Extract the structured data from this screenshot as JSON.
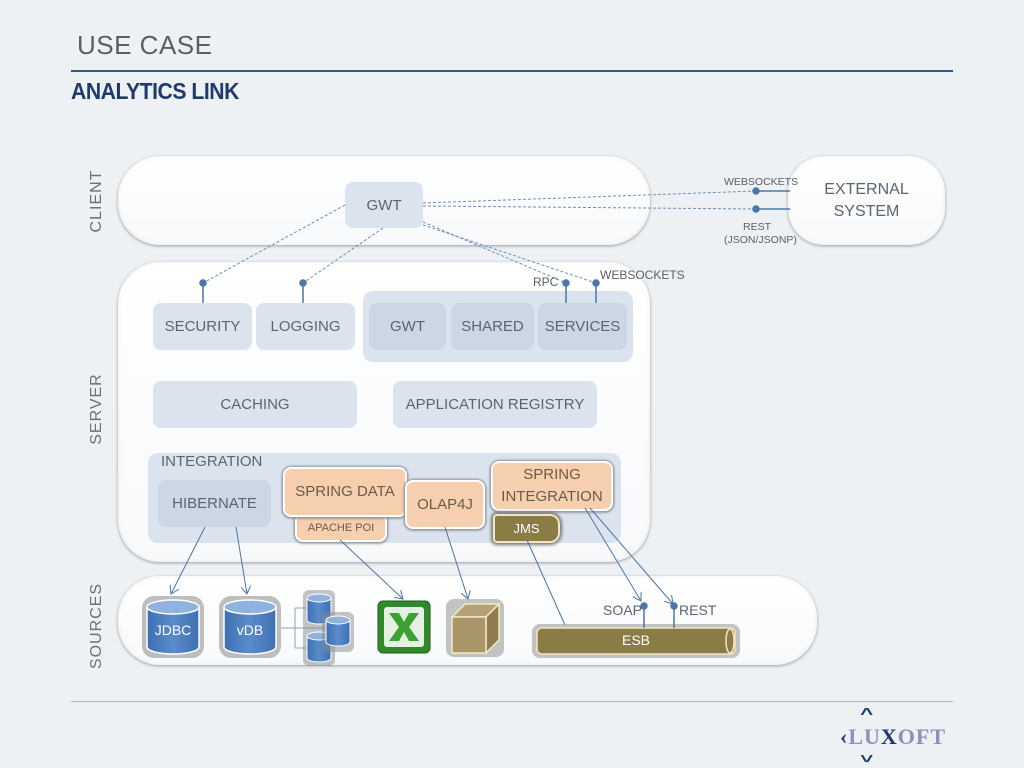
{
  "header": {
    "title": "USE CASE",
    "subtitle": "ANALYTICS LINK"
  },
  "tiers": {
    "client": "CLIENT",
    "server": "SERVER",
    "sources": "SOURCES"
  },
  "client": {
    "gwt": "GWT",
    "external_system": "EXTERNAL\nSYSTEM",
    "websockets_label": "WEBSOCKETS",
    "rest_label": "REST",
    "rest_sub": "(JSON/JSONP)"
  },
  "server": {
    "rpc_label": "RPC",
    "websockets_label": "WEBSOCKETS",
    "security": "SECURITY",
    "logging": "LOGGING",
    "gwt": "GWT",
    "shared": "SHARED",
    "services": "SERVICES",
    "caching": "CACHING",
    "application_registry": "APPLICATION REGISTRY",
    "integration": {
      "label": "INTEGRATION",
      "hibernate": "HIBERNATE",
      "spring_data": "SPRING DATA",
      "apache_poi": "APACHE POI",
      "olap4j": "OLAP4J",
      "spring_integration": "SPRING INTEGRATION",
      "jms": "JMS"
    }
  },
  "sources": {
    "jdbc": "JDBC",
    "vdb": "vDB",
    "distributed_db_icon": "database-cluster-icon",
    "excel_icon": "excel-icon",
    "cube_icon": "olap-cube-icon",
    "soap_label": "SOAP",
    "rest_label": "REST",
    "esb": "ESB"
  },
  "footer": {
    "logo": "LUXOFT",
    "logo_prefix": "LU",
    "logo_x": "X",
    "logo_suffix": "OFT"
  },
  "colors": {
    "brand_blue": "#1e3a6e",
    "rule_blue": "#2e5c8a",
    "box_fill": "#dbe4ee",
    "orange_fill": "#f5cfae",
    "olive_fill": "#8a7c45",
    "db_blue": "#4a7bbf",
    "connector": "#4a76a8"
  }
}
